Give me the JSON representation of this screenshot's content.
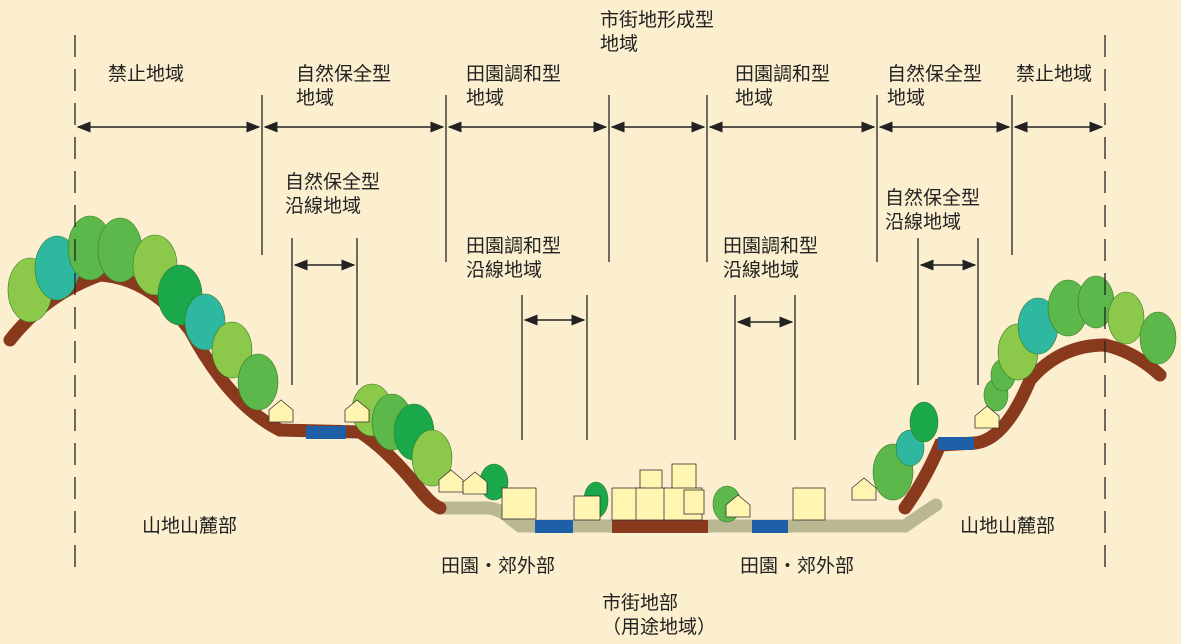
{
  "colors": {
    "background": "#fcefcf",
    "mountain_soil": "#8a3a1c",
    "river": "#1f5fa8",
    "farm_road": "#b9b892",
    "tree_green": "#5cb84a",
    "tree_light": "#8cc84a",
    "tree_teal": "#2fb8a0",
    "tree_dark": "#1aa84a",
    "building": "#fff5b0"
  },
  "zones_top": [
    {
      "label": "禁止地域"
    },
    {
      "label": "自然保全型\n地域"
    },
    {
      "label": "田園調和型\n地域"
    },
    {
      "label": "市街地形成型\n地域"
    },
    {
      "label": "田園調和型\n地域"
    },
    {
      "label": "自然保全型\n地域"
    },
    {
      "label": "禁止地域"
    }
  ],
  "roadside_zones": [
    {
      "label": "自然保全型\n沿線地域"
    },
    {
      "label": "田園調和型\n沿線地域"
    },
    {
      "label": "田園調和型\n沿線地域"
    },
    {
      "label": "自然保全型\n沿線地域"
    }
  ],
  "bottom_labels": [
    {
      "label": "山地山麓部"
    },
    {
      "label": "田園・郊外部"
    },
    {
      "label": "市街地部\n（用途地域）"
    },
    {
      "label": "田園・郊外部"
    },
    {
      "label": "山地山麓部"
    }
  ]
}
